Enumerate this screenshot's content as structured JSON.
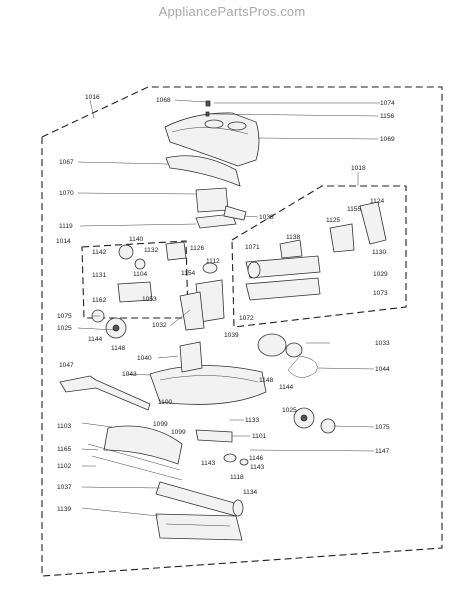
{
  "watermark": "AppliancePartsPros.com",
  "callouts": {
    "c1016": "1016",
    "c1068": "1068",
    "c1074": "1074",
    "c1156": "1156",
    "c1069": "1069",
    "c1067": "1067",
    "c1070": "1070",
    "c1038": "1038",
    "c1018": "1018",
    "c1124": "1124",
    "c1155": "1155",
    "c1125": "1125",
    "c1138": "1138",
    "c1071": "1071",
    "c1130": "1130",
    "c1029": "1029",
    "c1073": "1073",
    "c1072": "1072",
    "c1119": "1119",
    "c1014": "1014",
    "c1140": "1140",
    "c1142": "1142",
    "c1132": "1132",
    "c1126": "1126",
    "c1112": "1112",
    "c1131": "1131",
    "c1104": "1104",
    "c1154": "1154",
    "c1162": "1162",
    "c1053": "1053",
    "c1075a": "1075",
    "c1025a": "1025",
    "c1032": "1032",
    "c1039": "1039",
    "c1033": "1033",
    "c1144a": "1144",
    "c1148a": "1148",
    "c1040": "1040",
    "c1047": "1047",
    "c1043": "1043",
    "c1044": "1044",
    "c1148b": "1148",
    "c1144b": "1144",
    "c1025b": "1025",
    "c1100": "1100",
    "c1103": "1103",
    "c1099a": "1099",
    "c1133": "1133",
    "c1075b": "1075",
    "c1099b": "1099",
    "c1101": "1101",
    "c1165": "1165",
    "c1147": "1147",
    "c1102": "1102",
    "c1143a": "1143",
    "c1146": "1146",
    "c1143b": "1143",
    "c1118": "1118",
    "c1037": "1037",
    "c1134": "1134",
    "c1139": "1139"
  }
}
